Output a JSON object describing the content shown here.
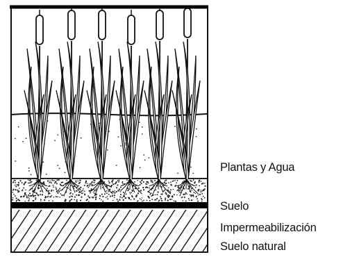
{
  "labels": {
    "plants_water": "Plantas y Agua",
    "soil": "Suelo",
    "waterproofing": "Impermeabilización",
    "natural_soil": "Suelo natural"
  },
  "diagram": {
    "plant_count": 6,
    "layer_order": [
      "Plantas y Agua",
      "Suelo",
      "Impermeabilización",
      "Suelo natural"
    ]
  }
}
